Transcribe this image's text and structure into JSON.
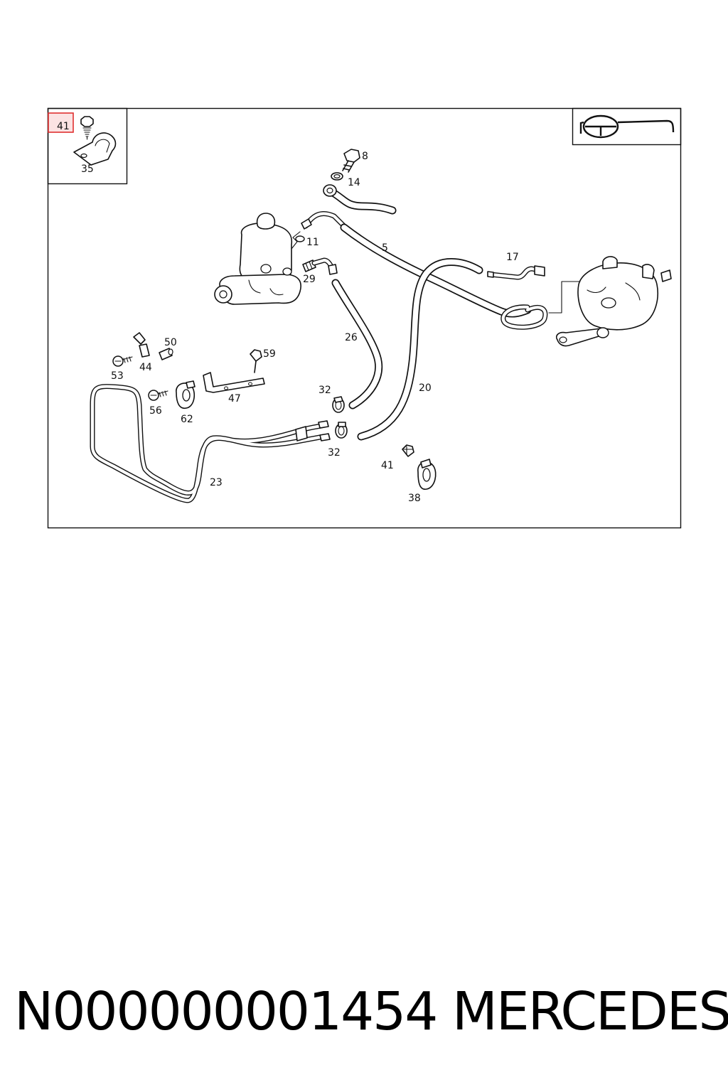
{
  "diagram": {
    "callouts": {
      "c41_box": "41",
      "c35": "35",
      "c8": "8",
      "c14": "14",
      "c11": "11",
      "c5": "5",
      "c29": "29",
      "c17": "17",
      "c26": "26",
      "c50": "50",
      "c44": "44",
      "c53": "53",
      "c59": "59",
      "c47": "47",
      "c56": "56",
      "c62": "62",
      "c32_top": "32",
      "c20": "20",
      "c32_bottom": "32",
      "c41": "41",
      "c38": "38",
      "c23": "23"
    },
    "highlight_color": "#e03030",
    "highlight_fill": "#fbe3e3"
  },
  "footer": {
    "part_number": "N000000001454",
    "brand": "MERCEDES"
  }
}
